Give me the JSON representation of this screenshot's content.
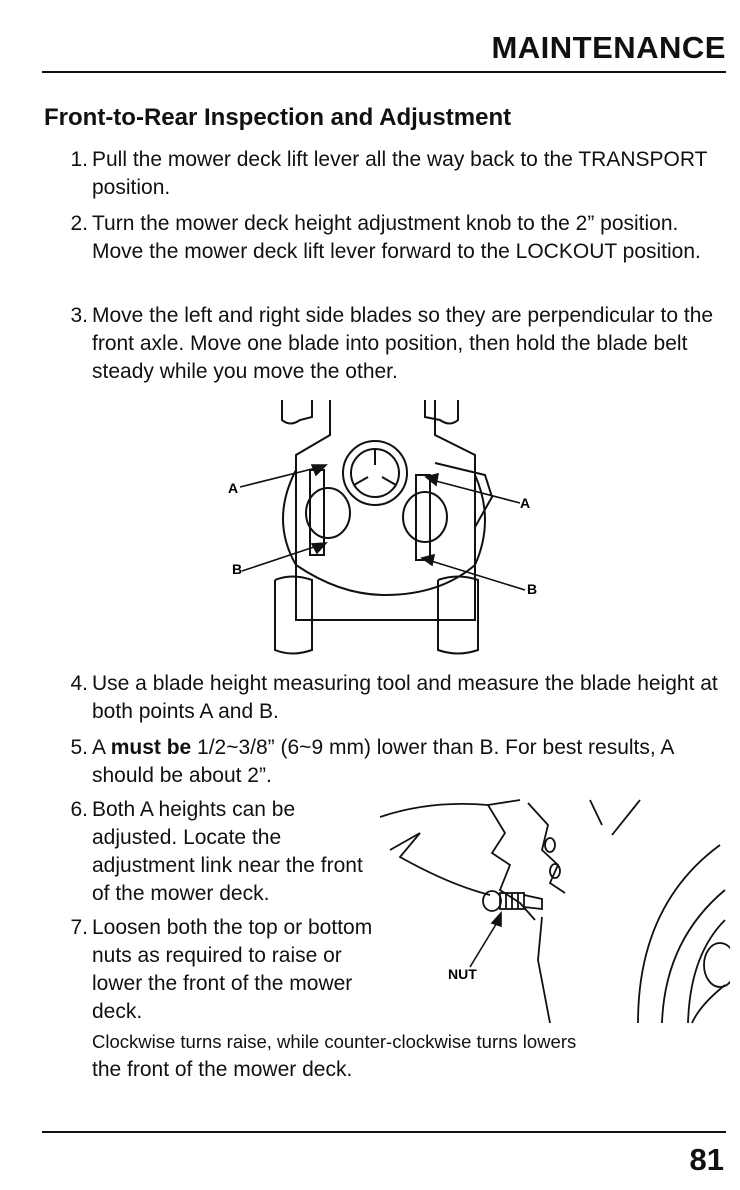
{
  "header": {
    "title": "MAINTENANCE"
  },
  "section": {
    "title": "Front-to-Rear Inspection and Adjustment"
  },
  "steps": [
    {
      "num": "1.",
      "text": "Pull the mower deck lift lever all the way back to the TRANSPORT position."
    },
    {
      "num": "2.",
      "text": "Turn the mower deck height adjustment knob to the 2” position. Move the mower deck lift lever forward to the LOCKOUT position."
    },
    {
      "num": "3.",
      "text": "Move the left and right side blades so they are perpendicular to the front axle. Move one blade into position, then hold the blade belt steady while you move the other."
    },
    {
      "num": "4.",
      "text": "Use a blade height measuring tool and measure the blade height at both points A and B."
    },
    {
      "num": "5.",
      "text_a": "A ",
      "text_bold": "must be",
      "text_b": " 1/2~3/8” (6~9 mm) lower than B. For best results, A should be about 2”."
    },
    {
      "num": "6.",
      "text": "Both A heights can be adjusted. Locate the adjustment link near the front of the mower deck."
    },
    {
      "num": "7.",
      "text": "Loosen both the top or bottom nuts as required to raise or lower the front of the mower deck."
    }
  ],
  "note": {
    "line1": "Clockwise turns raise, while counter-clockwise turns lowers",
    "line2": "the front of the mower deck."
  },
  "diagram1": {
    "label_a_left": "A",
    "label_a_right": "A",
    "label_b_left": "B",
    "label_b_right": "B"
  },
  "diagram2": {
    "label_nut": "NUT"
  },
  "footer": {
    "page_number": "81"
  }
}
